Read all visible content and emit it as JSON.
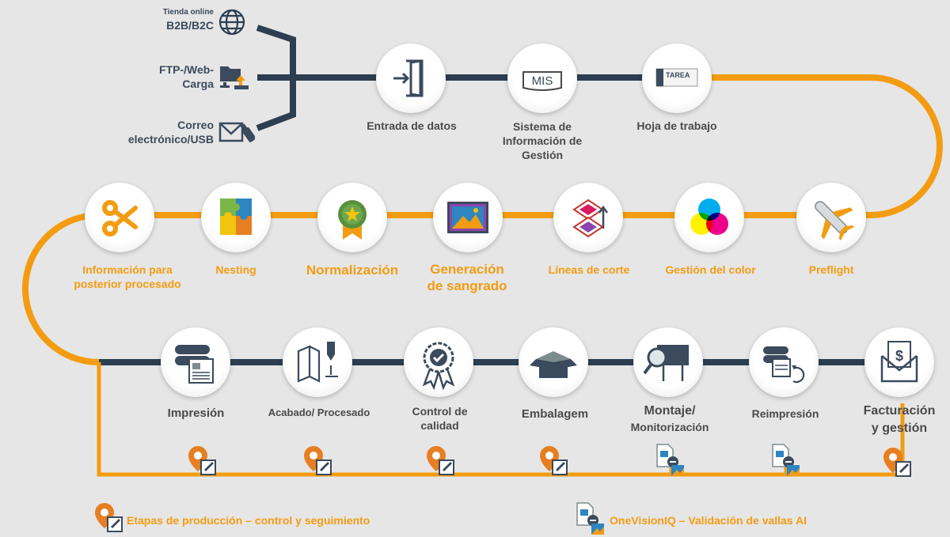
{
  "sources": {
    "shop_small": "Tienda online",
    "shop": "B2B/B2C",
    "ftp_1": "FTP-/Web-",
    "ftp_2": "Carga",
    "mail_1": "Correo",
    "mail_2": "electrónico/USB"
  },
  "row1": {
    "entrada": "Entrada de datos",
    "mis_icon": "MIS",
    "mis_1": "Sistema de",
    "mis_2": "Información de",
    "mis_3": "Gestión",
    "tarea_icon": "TAREA",
    "hoja": "Hoja de trabajo"
  },
  "row2": {
    "info_1": "Información para",
    "info_2": "posterior procesado",
    "nesting": "Nesting",
    "normalizacion": "Normalización",
    "gen_1": "Generación",
    "gen_2": "de sangrado",
    "lineas": "Líneas de corte",
    "color": "Gestión del color",
    "preflight": "Preflight"
  },
  "row3": {
    "impresion": "Impresión",
    "acabado": "Acabado/ Procesado",
    "control_1": "Control de",
    "control_2": "calidad",
    "embalagem": "Embalagem",
    "montaje_1": "Montaje/",
    "montaje_2": "Monitorización",
    "reimpresion": "Reimpresión",
    "fact_1": "Facturación",
    "fact_2": "y gestión"
  },
  "legend": {
    "etapas": "Etapas de producción – control y seguimiento",
    "onevision": "OneVisionIQ – Validación de vallas AI"
  },
  "colors": {
    "orange": "#f39c12",
    "navy": "#2c3e50",
    "background": "#e6e6e6"
  }
}
